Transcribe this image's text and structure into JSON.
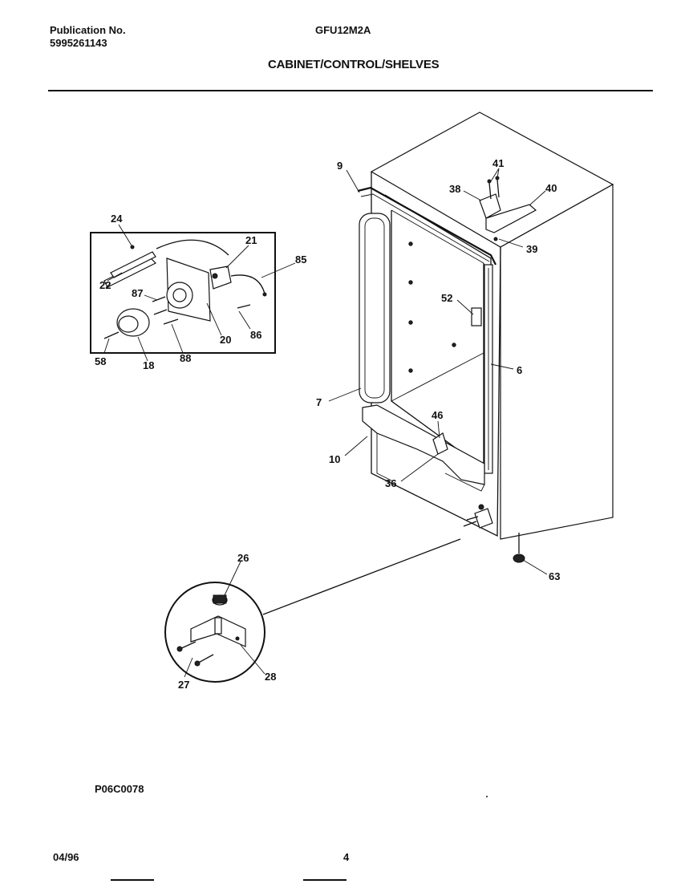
{
  "header": {
    "publication_label": "Publication No.",
    "publication_number": "5995261143",
    "model": "GFU12M2A",
    "title": "CABINET/CONTROL/SHELVES"
  },
  "callouts": {
    "c9": "9",
    "c41": "41",
    "c38": "38",
    "c40": "40",
    "c39": "39",
    "c52": "52",
    "c6": "6",
    "c7": "7",
    "c46": "46",
    "c10": "10",
    "c36": "36",
    "c63": "63",
    "c24": "24",
    "c21": "21",
    "c85": "85",
    "c22": "22",
    "c87": "87",
    "c20": "20",
    "c86": "86",
    "c58": "58",
    "c18": "18",
    "c88": "88",
    "c26": "26",
    "c27": "27",
    "c28": "28"
  },
  "diagram_code": "P06C0078",
  "footer": {
    "date": "04/96",
    "page": "4"
  }
}
